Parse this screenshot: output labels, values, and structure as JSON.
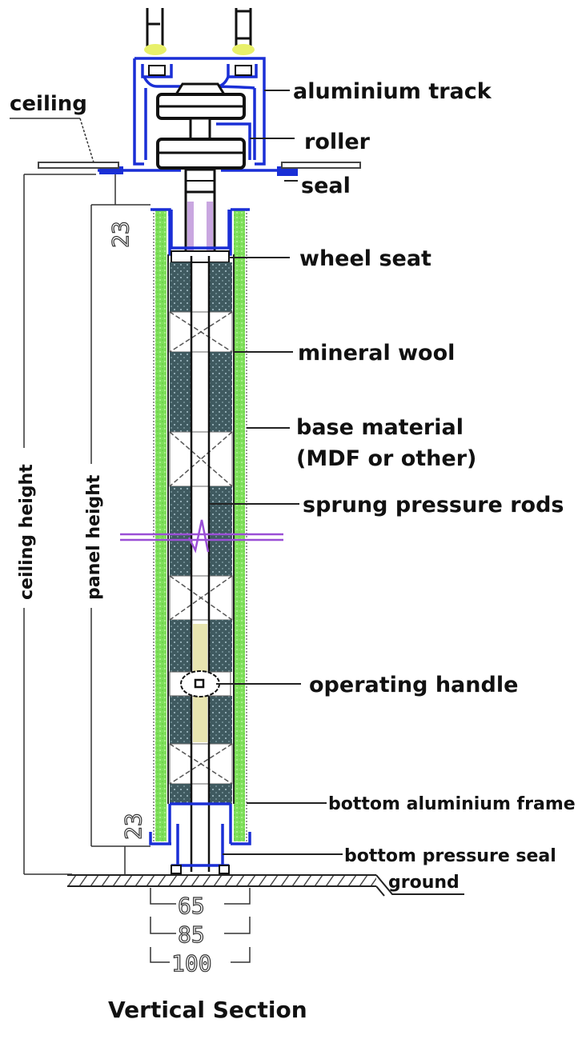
{
  "title": "Vertical Section",
  "labels": {
    "ceiling": "ceiling",
    "aluminium_track": "aluminium track",
    "roller": "roller",
    "seal": "seal",
    "wheel_seat": "wheel seat",
    "mineral_wool": "mineral wool",
    "base_material_line1": "base material",
    "base_material_line2": "(MDF or other)",
    "sprung_pressure_rods": "sprung pressure rods",
    "operating_handle": "operating handle",
    "bottom_aluminium_frame": "bottom aluminium frame",
    "bottom_pressure_seal": "bottom pressure seal",
    "ground": "ground",
    "ceiling_height": "ceiling height",
    "panel_height": "panel height"
  },
  "dimensions": {
    "top_gap": "23",
    "bottom_gap": "23",
    "width_inner": "65",
    "width_mid": "85",
    "width_outer": "100"
  },
  "colors": {
    "aluminium": "#1a2fd6",
    "base_material": "#7ee05a",
    "mineral_wool": "#3f5a60",
    "break_line": "#9b4fd6",
    "rod_thread": "#c9a7e0",
    "handle_spring": "#e8e4b0",
    "bolt_washer": "#e8f06a"
  }
}
